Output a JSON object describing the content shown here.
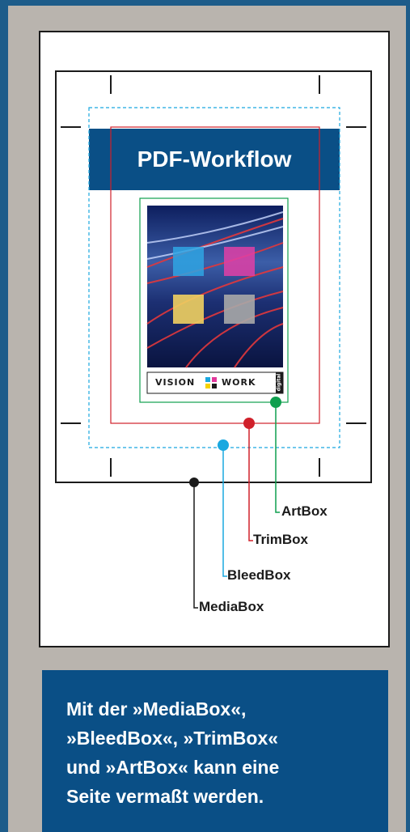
{
  "title": "PDF-Workflow",
  "boxes": [
    {
      "key": "artbox",
      "label": "ArtBox",
      "color": "#0f9f4e"
    },
    {
      "key": "trimbox",
      "label": "TrimBox",
      "color": "#d0202a"
    },
    {
      "key": "bleedbox",
      "label": "BleedBox",
      "color": "#1aa8e0"
    },
    {
      "key": "mediabox",
      "label": "MediaBox",
      "color": "#1b1b1b"
    }
  ],
  "cover": {
    "logo_left": "VISION",
    "logo_right": "WORK",
    "logo_side": "digital"
  },
  "caption": "Mit der »MediaBox«,\n»BleedBox«, »TrimBox«\nund »ArtBox« kann eine\nSeite vermaßt werden.",
  "colors": {
    "frame_blue": "#1d5c8a",
    "background_gray": "#b9b4ae",
    "band_blue": "#0a4f86"
  }
}
